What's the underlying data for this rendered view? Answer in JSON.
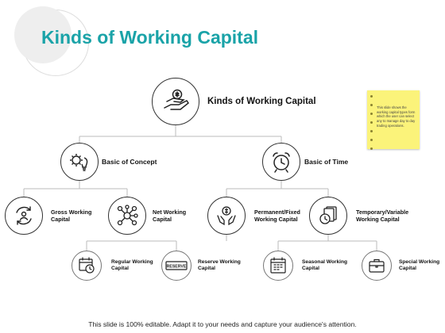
{
  "slide": {
    "title": "Kinds of Working Capital",
    "footer": "This slide is 100% editable. Adapt it to your needs and capture your audience's attention."
  },
  "sticky_note": {
    "text": "This slide shows the working capital types form which the user can select any to manage day to day trading operations."
  },
  "diagram": {
    "root": {
      "label": "Kinds of Working Capital",
      "icon": "money-hand-icon"
    },
    "concept": {
      "label": "Basic of Concept",
      "icon": "gear-bulb-icon"
    },
    "time": {
      "label": "Basic of Time",
      "icon": "alarm-clock-icon"
    },
    "gross": {
      "label": "Gross  Working\nCapital",
      "icon": "circular-arrows-icon"
    },
    "net": {
      "label": "Net Working\nCapital",
      "icon": "network-icon"
    },
    "permanent": {
      "label": "Permanent/Fixed\nWorking Capital",
      "icon": "coin-hands-icon"
    },
    "temporary": {
      "label": "Temporary/Variable\nWorking Capital",
      "icon": "cards-clock-icon"
    },
    "regular": {
      "label": "Regular Working\nCapital",
      "icon": "calendar-clock-icon"
    },
    "reserve": {
      "label": "Reserve Working\nCapital",
      "icon": "reserve-sign-icon",
      "sign_text": "RESERVE"
    },
    "seasonal": {
      "label": "Seasonal Working\nCapital",
      "icon": "calendar-icon"
    },
    "special": {
      "label": "Special Working\nCapital",
      "icon": "briefcase-icon"
    }
  },
  "colors": {
    "title": "#1aa3a8",
    "note": "#fbf37a",
    "connector": "#bbbbbb"
  }
}
